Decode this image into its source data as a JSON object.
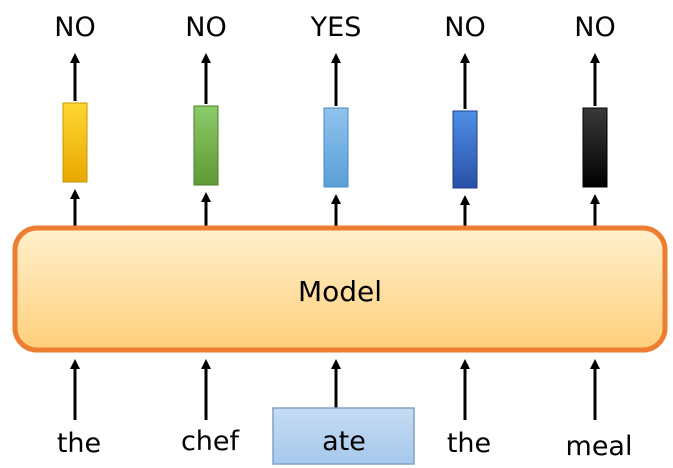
{
  "model": {
    "label": "Model",
    "fill_top": "#fff0cc",
    "fill_bottom": "#ffcf7a",
    "border": "#ed7d31"
  },
  "outputs": [
    {
      "label": "NO",
      "bar_top": "#ffd733",
      "bar_bottom": "#e8a800",
      "bar_border": "#c99700"
    },
    {
      "label": "NO",
      "bar_top": "#8ccb6a",
      "bar_bottom": "#5e9a36",
      "bar_border": "#4a7f2a"
    },
    {
      "label": "YES",
      "bar_top": "#8fc3ee",
      "bar_bottom": "#5a9fd8",
      "bar_border": "#4a88c0"
    },
    {
      "label": "NO",
      "bar_top": "#4f8fe6",
      "bar_bottom": "#2850a8",
      "bar_border": "#1f3f8a"
    },
    {
      "label": "NO",
      "bar_top": "#3a3a3a",
      "bar_bottom": "#000000",
      "bar_border": "#000000"
    }
  ],
  "inputs": [
    {
      "label": "the"
    },
    {
      "label": "chef"
    },
    {
      "label": "ate",
      "highlighted": true
    },
    {
      "label": "the"
    },
    {
      "label": "meal"
    }
  ],
  "highlight": {
    "fill_top": "#c5dcf3",
    "fill_bottom": "#a7c8ec",
    "border": "#7fa2c9"
  }
}
